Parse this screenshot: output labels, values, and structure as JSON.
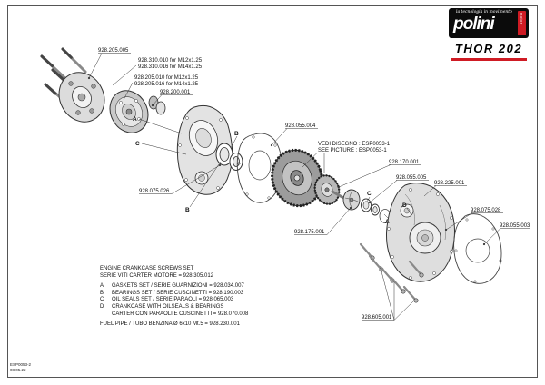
{
  "brand": {
    "logo_text": "polini",
    "logo_motori": "motori",
    "logo_tagline": "la tecnologia in movimento",
    "model": "THOR 202"
  },
  "colors": {
    "accent_red": "#cf1b24",
    "line_ink": "#333333"
  },
  "doc": {
    "code": "ESP0053-2",
    "date": "08.05.22"
  },
  "callouts": {
    "hub": "928.205.005",
    "stud_a1": "928.310.010 for M12x1.25",
    "stud_a2": "928.310.016 for M14x1.25",
    "stud_b1": "928.205.010 for M12x1.25",
    "stud_b2": "928.205.016 for M14x1.25",
    "flange": "928.200.001",
    "gasket_left": "928.055.004",
    "see_note_it": "VEDI DISEGNO : ESP0053-1",
    "see_note_en": "SEE PICTURE : ESP0053-1",
    "shaft": "928.170.001",
    "seal_small": "928.055.005",
    "plug": "928.225.001",
    "bearing_left": "928.075.026",
    "bearing_right": "928.075.028",
    "gasket_right": "928.055.003",
    "impeller": "928.175.001",
    "screws": "928.605.001"
  },
  "markers": {
    "a": "A",
    "b": "B",
    "c": "C",
    "d": "D"
  },
  "legend_lines": [
    {
      "key": "",
      "text": "ENGINE CRANKCASE SCREWS SET"
    },
    {
      "key": "",
      "text": "SERIE VITI CARTER MOTORE  =  928.305.012"
    },
    {
      "key": "A",
      "text": "GASKETS SET / SERIE GUARNIZIONI = 928.034.007"
    },
    {
      "key": "B",
      "text": "BEARINGS SET / SERIE CUSCINETTI  = 928.190.003"
    },
    {
      "key": "C",
      "text": "OIL SEALS SET / SERIE PARAOLI  = 928.065.003"
    },
    {
      "key": "D",
      "text": "CRANKCASE WITH OILSEALS & BEARINGS"
    },
    {
      "key": "",
      "text": "CARTER CON PARAOLI E CUSCINETTI  = 928.070.008"
    },
    {
      "key": "",
      "text": "FUEL PIPE / TUBO BENZINA Ø 6x10  Mt.5  = 928.230.001"
    }
  ]
}
